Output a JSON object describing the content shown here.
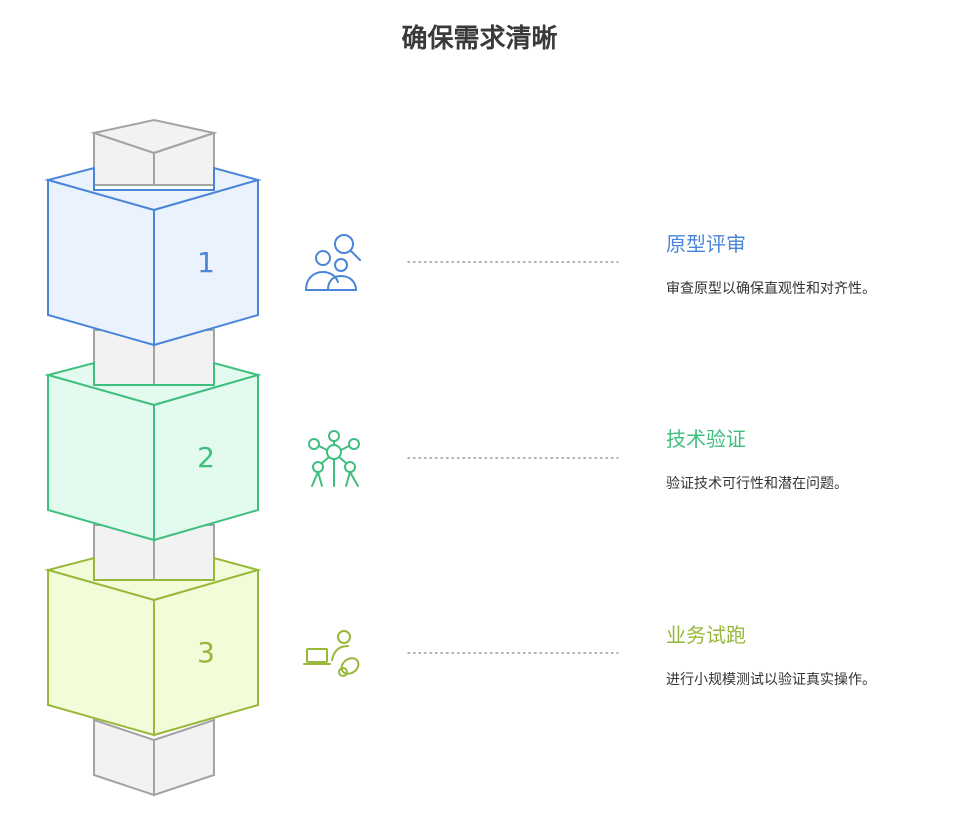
{
  "title": "确保需求清晰",
  "steps": [
    {
      "number": "1",
      "icon": "people-search-icon",
      "title": "原型评审",
      "description": "审查原型以确保直观性和对齐性。",
      "color": "#4a86d8",
      "fill": "#eaf2fd"
    },
    {
      "number": "2",
      "icon": "molecule-network-icon",
      "title": "技术验证",
      "description": "验证技术可行性和潜在问题。",
      "color": "#3fbf7f",
      "fill": "#e3fbef"
    },
    {
      "number": "3",
      "icon": "person-laptop-icon",
      "title": "业务试跑",
      "description": "进行小规模测试以验证真实操作。",
      "color": "#98b83a",
      "fill": "#f3fcd9"
    }
  ],
  "pillar": {
    "fill": "#f2f2f2",
    "stroke": "#a3a3a3"
  }
}
